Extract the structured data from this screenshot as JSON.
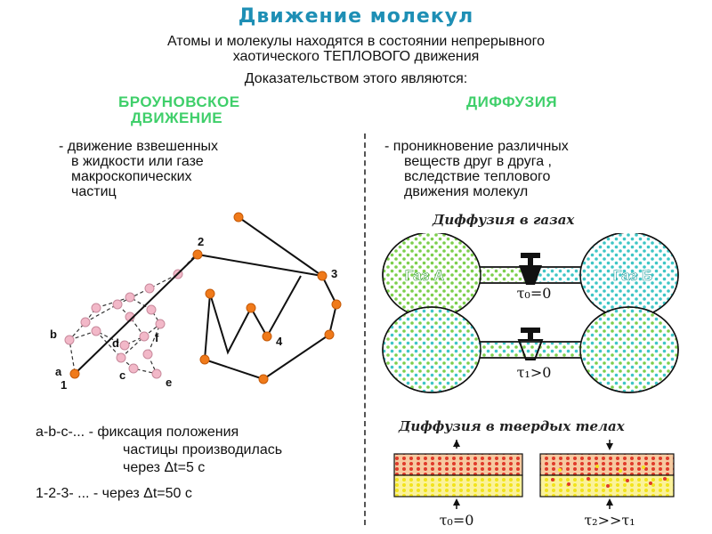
{
  "title": "Движение молекул",
  "intro_line1": "Атомы и молекулы находятся в состоянии непрерывного",
  "intro_line2": "хаотического ТЕПЛОВОГО движения",
  "proof": "Доказательством этого являются:",
  "brownian": {
    "heading_line1": "БРОУНОВСКОЕ",
    "heading_line2": "ДВИЖЕНИЕ",
    "desc_line1": "- движение взвешенных",
    "desc_line2": "в жидкости или  газе",
    "desc_line3": "макроскопических",
    "desc_line4": "частиц",
    "labels_numbers": [
      "1",
      "2",
      "3",
      "4"
    ],
    "labels_letters": [
      "a",
      "b",
      "c",
      "d",
      "e",
      "f"
    ],
    "note1_line1": "a-b-c-... - фиксация положения",
    "note1_line2": "частицы производилась",
    "note1_line3": "через  Δt=5 с",
    "note2": "1-2-3- ... - через    Δt=50 с"
  },
  "diffusion": {
    "heading": "ДИФФУЗИЯ",
    "desc_line1": "- проникновение различных",
    "desc_line2": "веществ  друг в друга ,",
    "desc_line3": "вследствие теплового",
    "desc_line4": "движения молекул",
    "gas_title": "Диффузия в газах",
    "gas_a": "Газ А",
    "gas_b": "Газ Б",
    "tau0": "τ₀=0",
    "tau1": "τ₁>0",
    "solid_title": "Диффузия в твердых телах",
    "solid_tau0": "τ₀=0",
    "solid_tau2": "τ₂>>τ₁"
  },
  "colors": {
    "title": "#1e8fb5",
    "heading_green": "#3fcf6a",
    "gas_a_dots": "#7ccf4c",
    "gas_b_dots": "#3ec6c6",
    "path_node": "#f07a1a",
    "path_letter_node": "#f2b8c8",
    "solid_red": "#e03a2a",
    "solid_yellow": "#f2e31a"
  }
}
